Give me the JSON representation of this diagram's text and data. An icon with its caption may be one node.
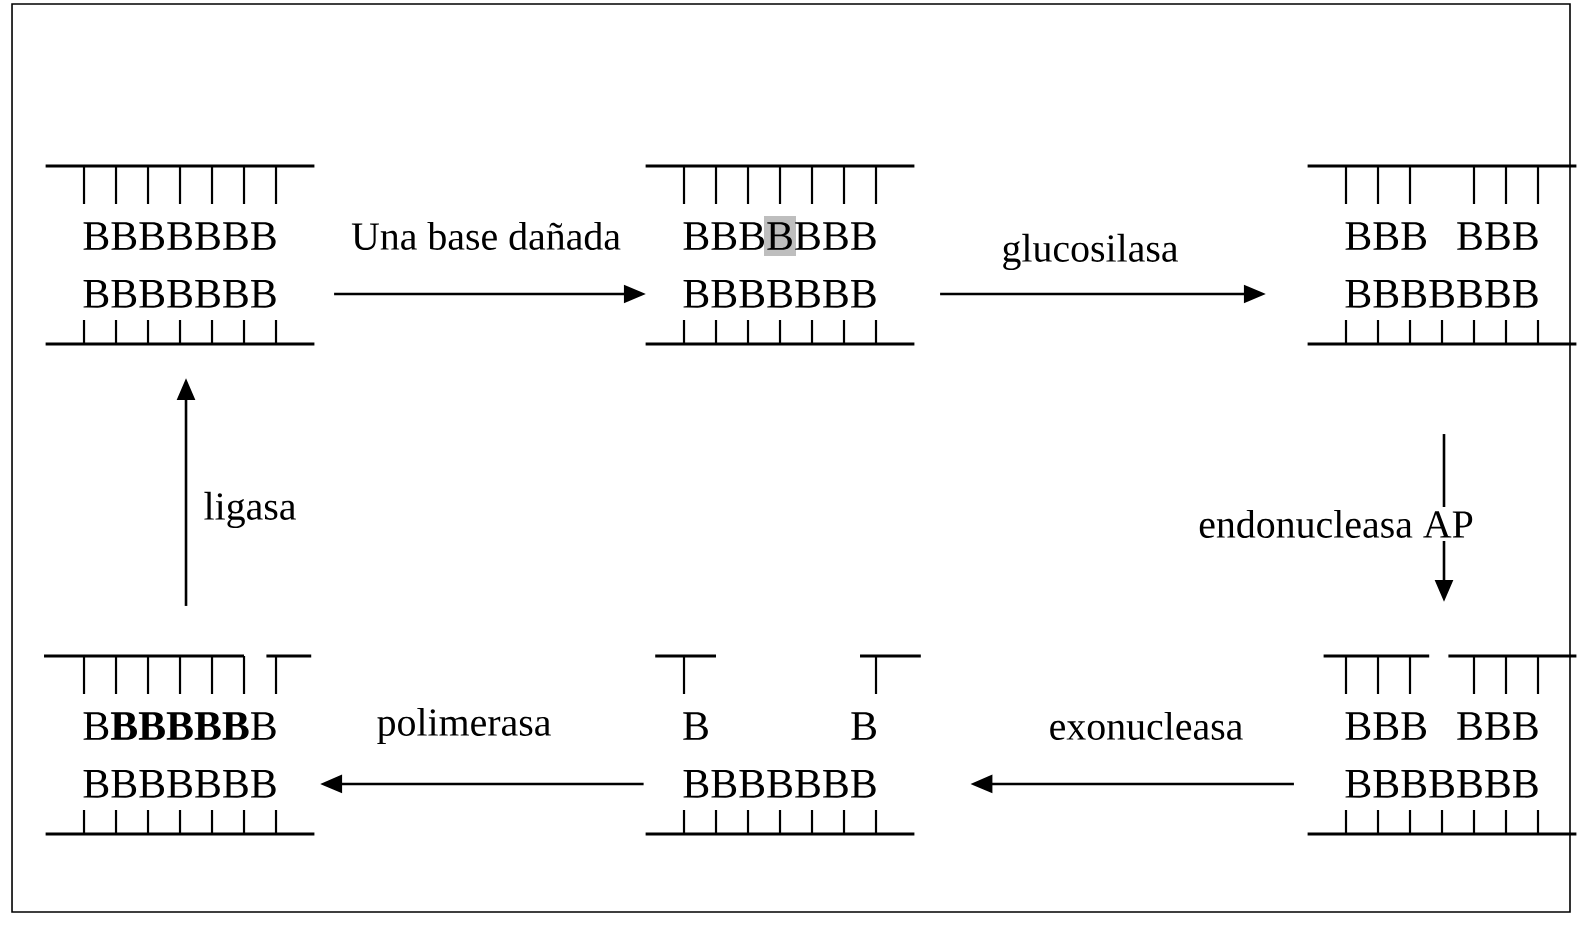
{
  "diagram": {
    "nodes": [
      {
        "text": [
          "BBBBBBB",
          "BBBBBBB"
        ]
      },
      {
        "text": [
          "BBBBBBB",
          "BBBBBBB"
        ]
      },
      {
        "text": [
          "BBB BBB",
          "BBBBBBB"
        ]
      },
      {
        "text": [
          "BBB BBB",
          "BBBBBBB"
        ]
      },
      {
        "text": [
          "B",
          "B",
          "BBBBBBB"
        ]
      },
      {
        "text": [
          "B**BBBBB**B",
          "BBBBBBB"
        ]
      }
    ],
    "edges": [
      {
        "from": 0,
        "to": 1,
        "arrow": "to",
        "label": "Una base dañada"
      },
      {
        "from": 1,
        "to": 2,
        "arrow": "to",
        "label": "glucosilasa"
      },
      {
        "from": 2,
        "to": 3,
        "arrow": "to",
        "label": "endonucleasa AP"
      },
      {
        "from": 3,
        "to": 4,
        "arrow": "to",
        "label": "exonucleasa"
      },
      {
        "from": 4,
        "to": 5,
        "arrow": "to",
        "label": "polimerasa"
      },
      {
        "from": 5,
        "to": 0,
        "arrow": "to",
        "label": "ligasa"
      }
    ]
  }
}
